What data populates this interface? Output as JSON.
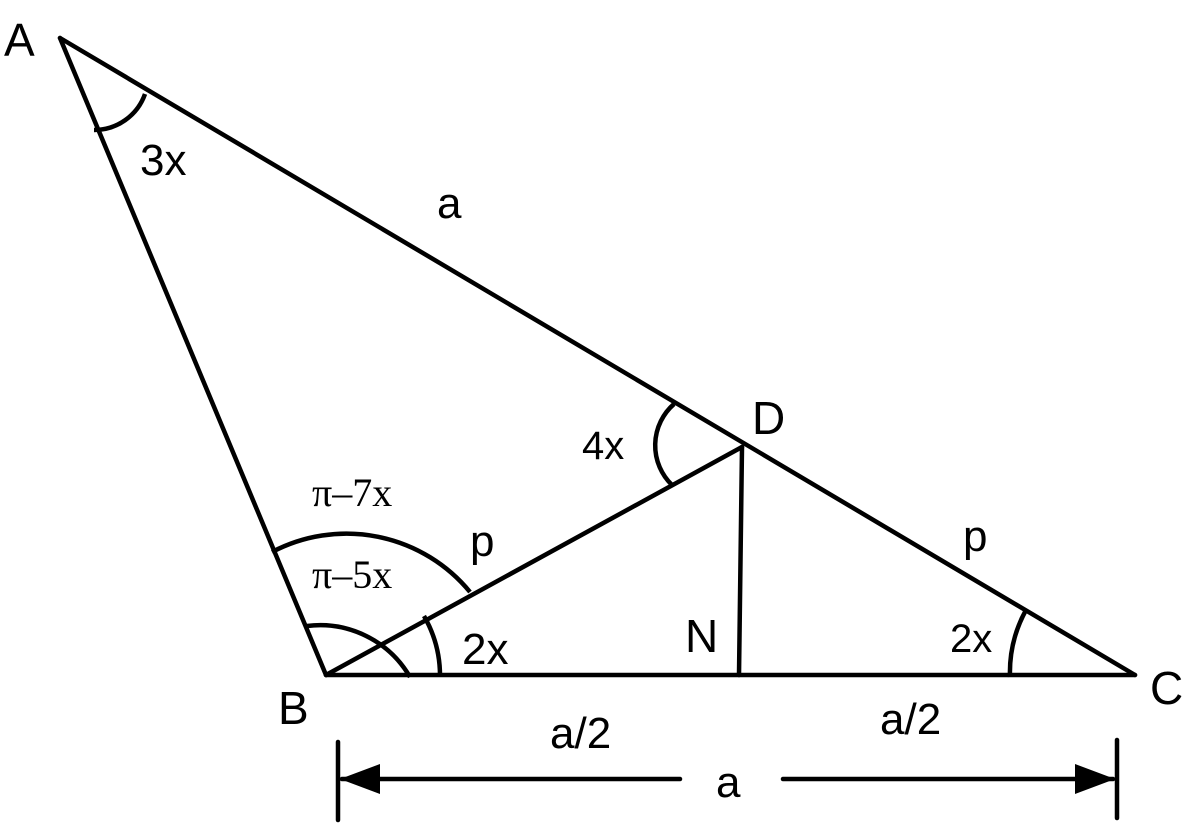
{
  "vertices": {
    "A": "A",
    "B": "B",
    "C": "C",
    "D": "D",
    "N": "N"
  },
  "angles": {
    "at_A": "3x",
    "at_D": "4x",
    "at_B_upper": "π–7x",
    "at_B_lower": "π–5x",
    "at_B_DBC": "2x",
    "at_C": "2x"
  },
  "sides": {
    "AD": "a",
    "BD": "p",
    "DC": "p",
    "BN": "a/2",
    "NC": "a/2",
    "BC": "a"
  }
}
